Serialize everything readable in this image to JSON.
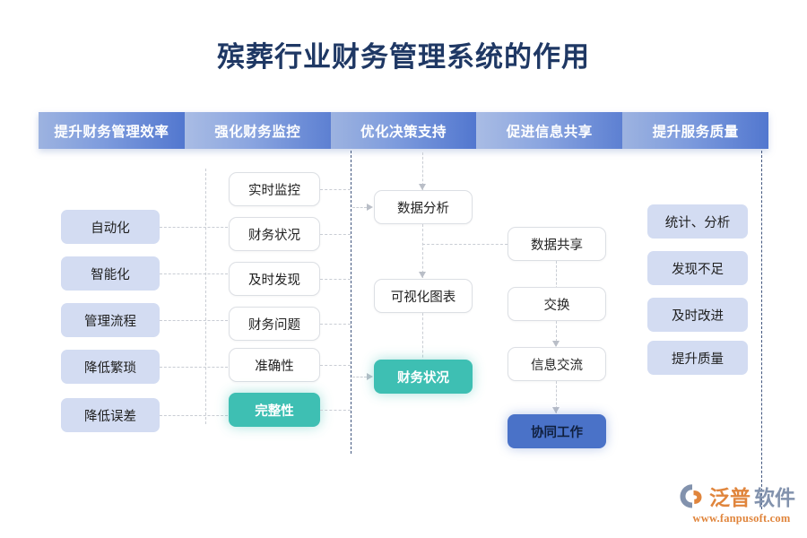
{
  "page": {
    "title": "殡葬行业财务管理系统的作用",
    "background": "#ffffff",
    "title_color": "#1f3864"
  },
  "header": {
    "columns": [
      {
        "label": "提升财务管理效率"
      },
      {
        "label": "强化财务监控"
      },
      {
        "label": "优化决策支持"
      },
      {
        "label": "促进信息共享"
      },
      {
        "label": "提升服务质量"
      }
    ]
  },
  "columns": {
    "efficiency": {
      "nodes": [
        {
          "label": "自动化",
          "style": "soft"
        },
        {
          "label": "智能化",
          "style": "soft"
        },
        {
          "label": "管理流程",
          "style": "soft"
        },
        {
          "label": "降低繁琐",
          "style": "soft"
        },
        {
          "label": "降低误差",
          "style": "soft"
        }
      ]
    },
    "supervision": {
      "nodes": [
        {
          "label": "实时监控",
          "style": "white"
        },
        {
          "label": "财务状况",
          "style": "white"
        },
        {
          "label": "及时发现",
          "style": "white"
        },
        {
          "label": "财务问题",
          "style": "white"
        },
        {
          "label": "准确性",
          "style": "white"
        },
        {
          "label": "完整性",
          "style": "teal"
        }
      ]
    },
    "decision": {
      "nodes": [
        {
          "label": "数据分析",
          "style": "white"
        },
        {
          "label": "可视化图表",
          "style": "white"
        },
        {
          "label": "财务状况",
          "style": "teal"
        }
      ]
    },
    "sharing": {
      "nodes": [
        {
          "label": "数据共享",
          "style": "white"
        },
        {
          "label": "交换",
          "style": "white"
        },
        {
          "label": "信息交流",
          "style": "white"
        },
        {
          "label": "协同工作",
          "style": "blue"
        }
      ]
    },
    "quality": {
      "nodes": [
        {
          "label": "统计、分析",
          "style": "soft"
        },
        {
          "label": "发现不足",
          "style": "soft"
        },
        {
          "label": "及时改进",
          "style": "soft"
        },
        {
          "label": "提升质量",
          "style": "soft"
        }
      ]
    }
  },
  "logo": {
    "name_primary": "泛普",
    "name_secondary": "软件",
    "url": "www.fanpusoft.com",
    "color_primary": "#e0853c",
    "color_secondary": "#8292ad"
  },
  "colors": {
    "header_gradient_start": "#9db3e0",
    "header_gradient_end": "#5277cf",
    "soft_box": "#d3dcf2",
    "teal_box": "#3ebfb3",
    "blue_box": "#4a72c8",
    "dashed_guide": "#41567e",
    "dashed_connector": "#c9cdd4"
  }
}
